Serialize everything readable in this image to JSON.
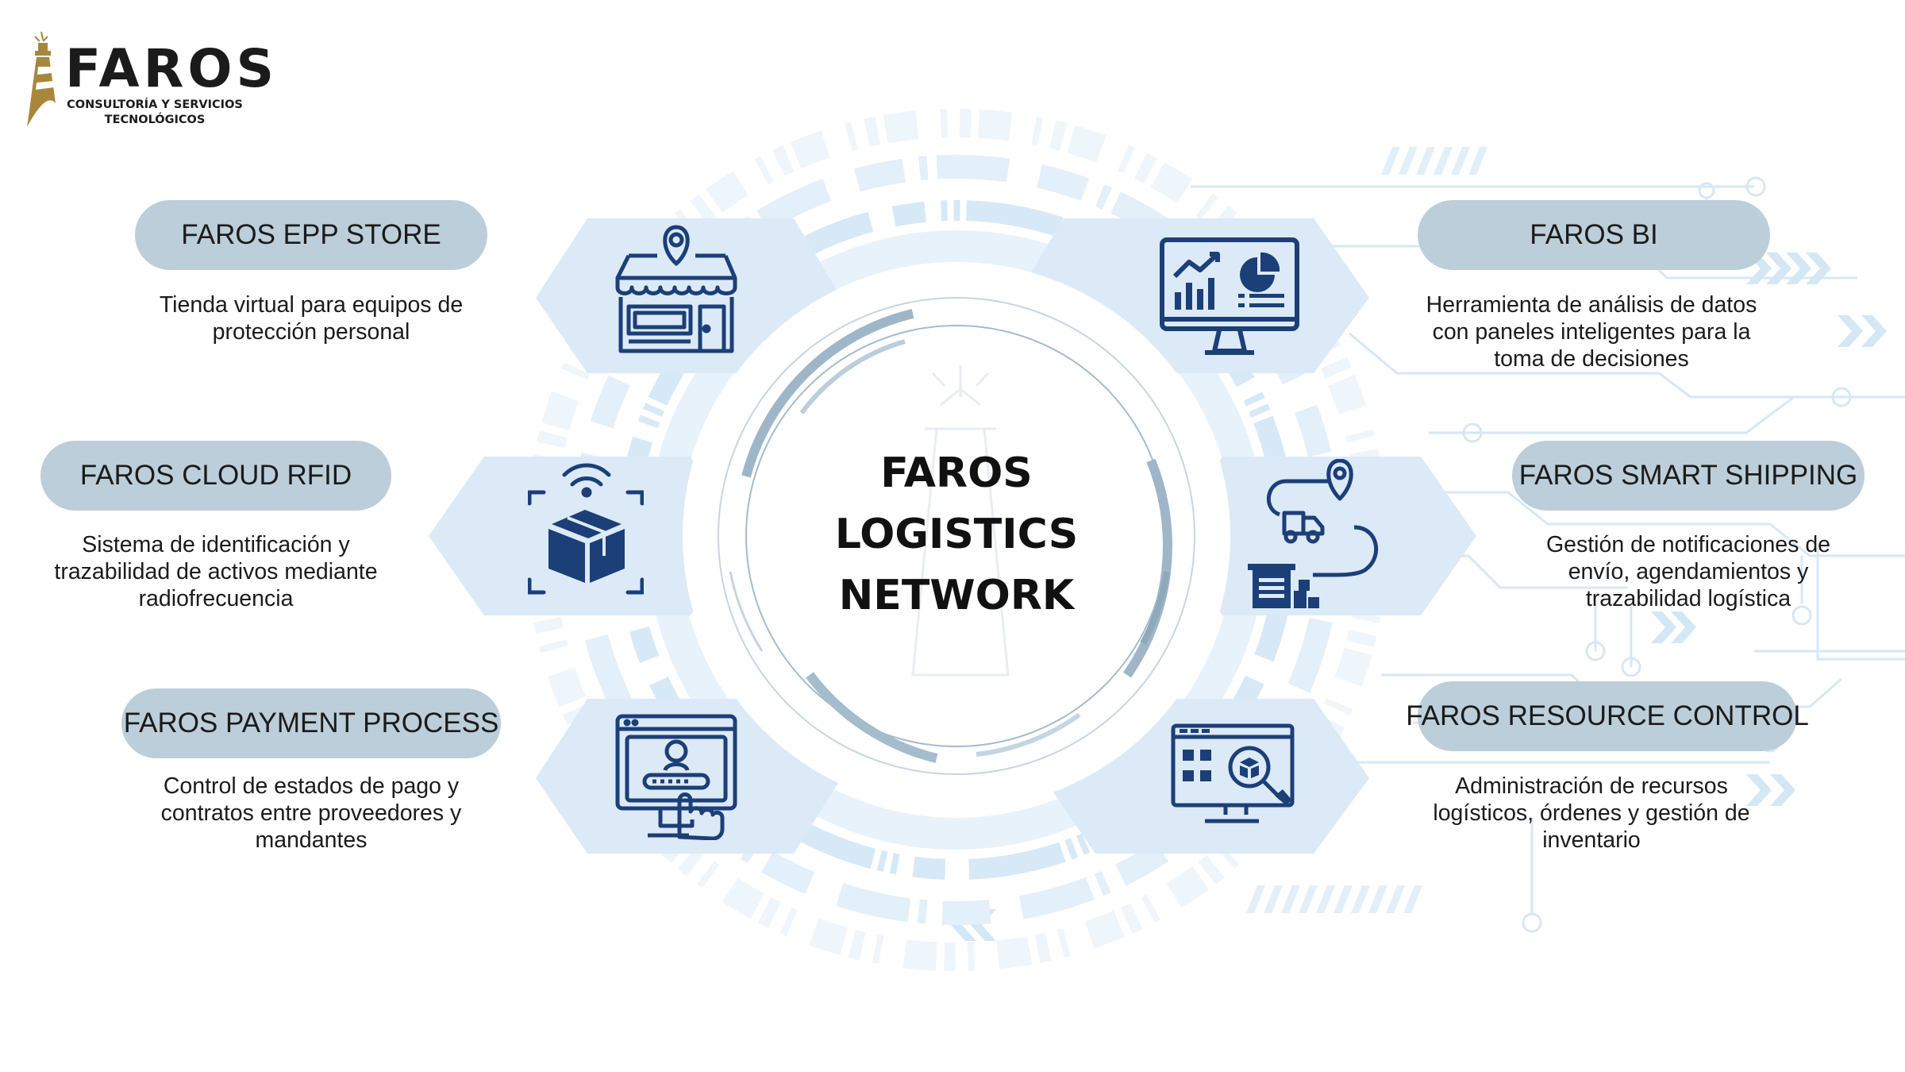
{
  "logo": {
    "name": "FAROS",
    "subtitle_line1": "CONSULTORÍA Y SERVICIOS",
    "subtitle_line2": "TECNOLÓGICOS"
  },
  "center": {
    "line1": "FAROS",
    "line2": "LOGISTICS",
    "line3": "NETWORK"
  },
  "services": [
    {
      "name": "FAROS EPP STORE",
      "icon": "store-icon",
      "desc": [
        "Tienda virtual para equipos de",
        "protección personal"
      ]
    },
    {
      "name": "FAROS CLOUD RFID",
      "icon": "rfid-package-icon",
      "desc": [
        "Sistema de identificación y",
        "trazabilidad de activos mediante",
        "radiofrecuencia"
      ]
    },
    {
      "name": "FAROS PAYMENT PROCESS",
      "icon": "payment-screen-icon",
      "desc": [
        "Control de estados de pago y",
        "contratos entre proveedores y",
        "mandantes"
      ]
    },
    {
      "name": "FAROS BI",
      "icon": "analytics-monitor-icon",
      "desc": [
        "Herramienta de análisis de datos",
        "con paneles inteligentes para la",
        "toma de decisiones"
      ]
    },
    {
      "name": "FAROS SMART SHIPPING",
      "icon": "shipping-route-icon",
      "desc": [
        "Gestión de notificaciones de",
        "envío, agendamientos y",
        "trazabilidad logística"
      ]
    },
    {
      "name": "FAROS RESOURCE CONTROL",
      "icon": "inventory-monitor-icon",
      "desc": [
        "Administración de recursos",
        "logísticos, órdenes y gestión de",
        "inventario"
      ]
    }
  ],
  "colors": {
    "pill": "#bcced9",
    "icon": "#1d3f78",
    "hexagon": "#dbeaf6",
    "ring": "#e6f1fa",
    "accent_gold": "#a8873d"
  }
}
